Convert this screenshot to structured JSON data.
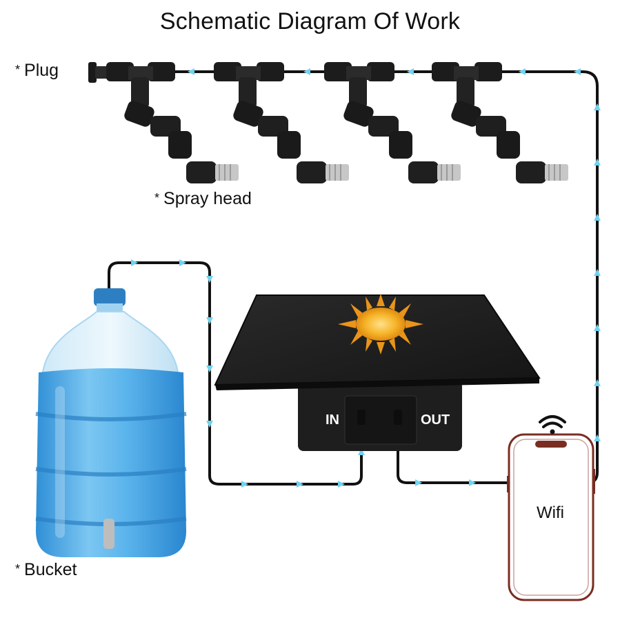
{
  "title": "Schematic Diagram Of Work",
  "labels": {
    "plug": "Plug",
    "spray_head": "Spray head",
    "bucket": "Bucket",
    "star": "*"
  },
  "pump": {
    "in_label": "IN",
    "out_label": "OUT"
  },
  "phone": {
    "label": "Wifi"
  },
  "icons": [
    "sun-icon",
    "wifi-icon"
  ],
  "colors": {
    "tube": "#111111",
    "flow_arrow": "#6fd3f0",
    "water": "#3aa6e6",
    "panel": "#1c1c1c",
    "sun": "#f2a41c",
    "phone_frame": "#7a2d22"
  }
}
